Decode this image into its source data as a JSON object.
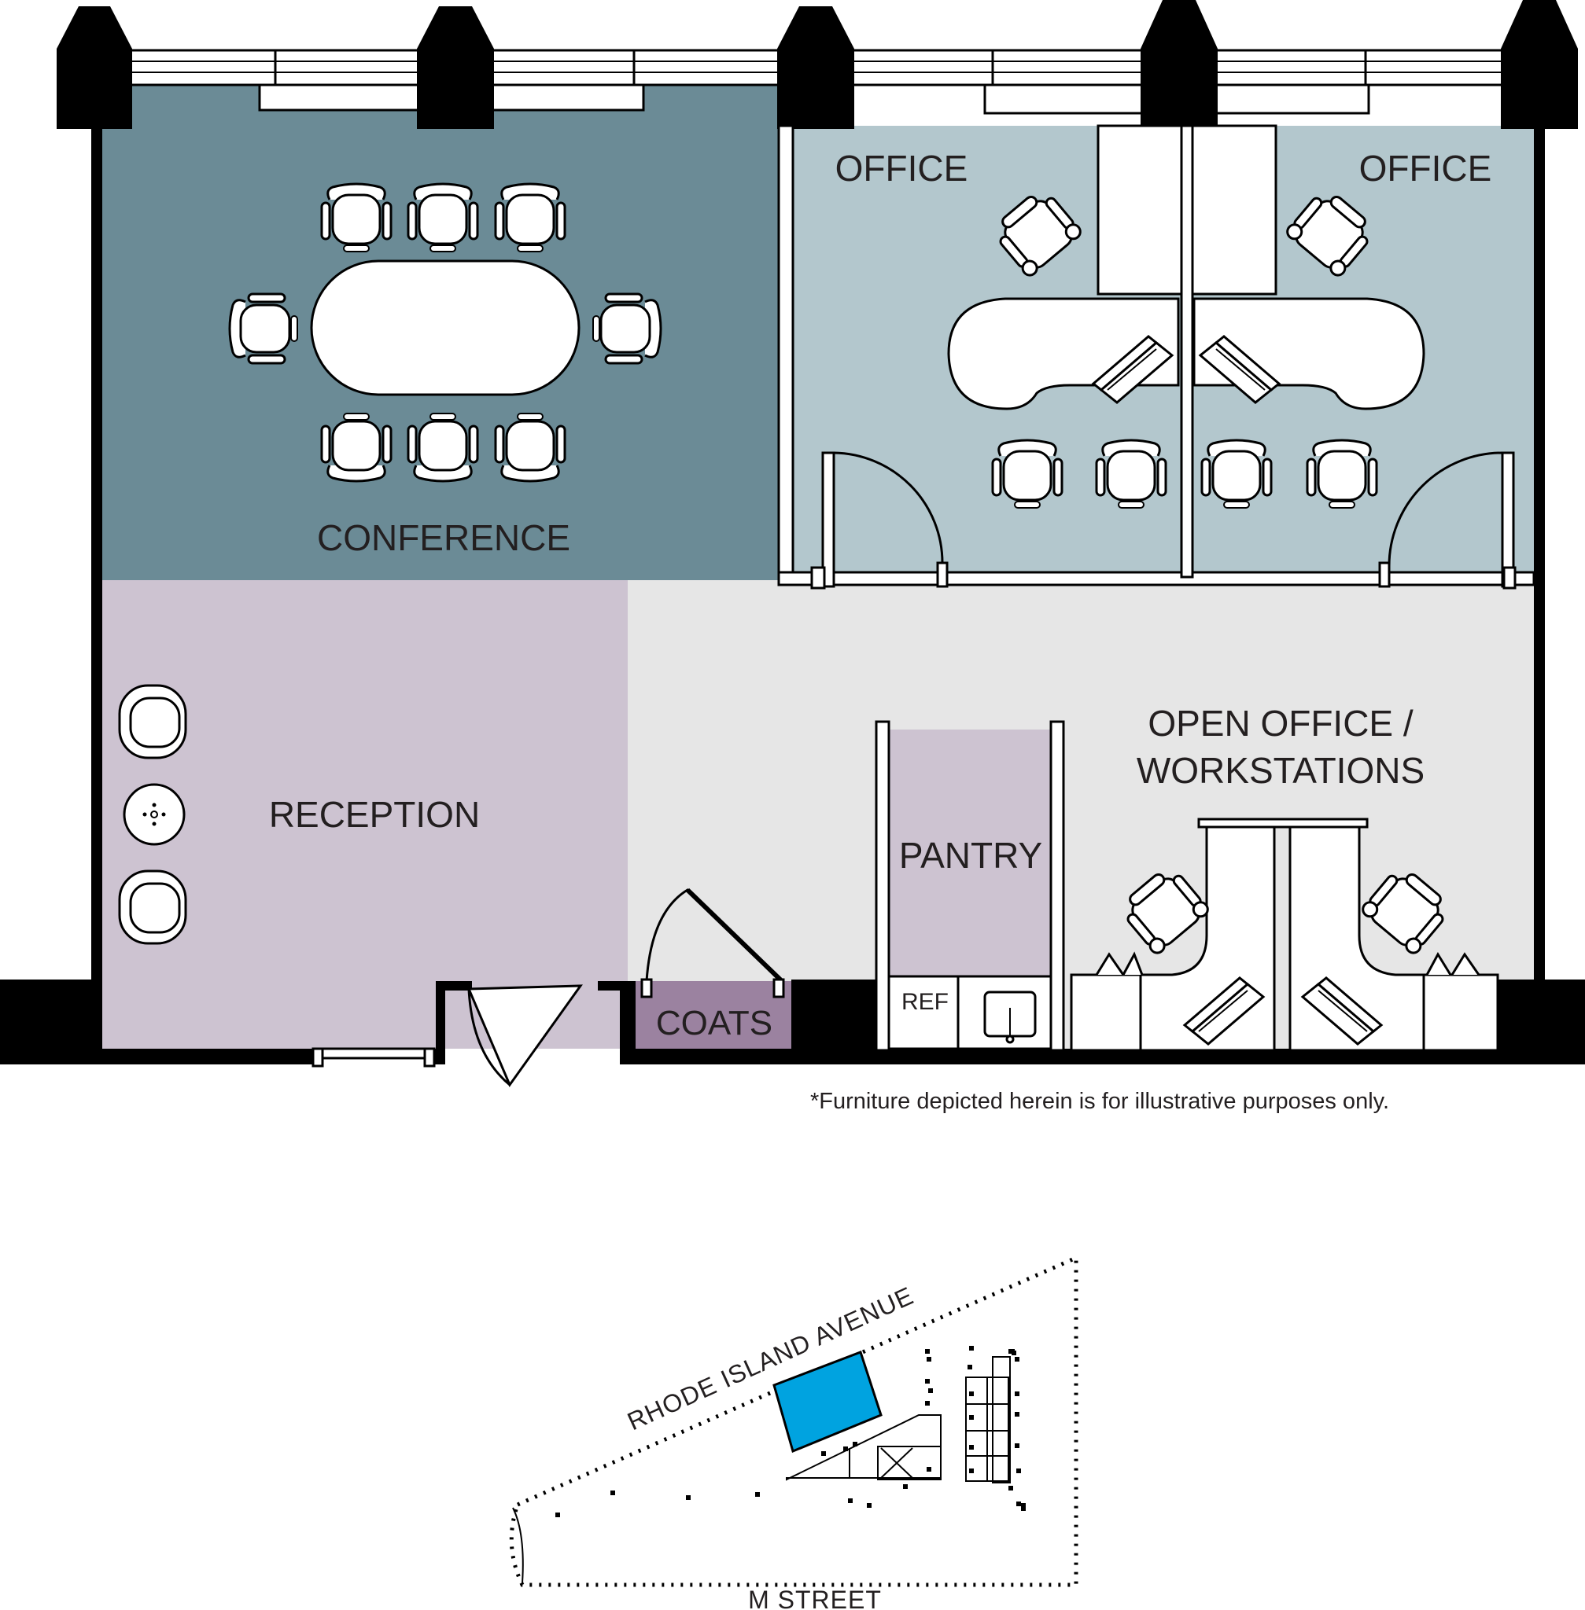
{
  "rooms": {
    "conference": "CONFERENCE",
    "office_left": "OFFICE",
    "office_right": "OFFICE",
    "reception": "RECEPTION",
    "open_office_line1": "OPEN OFFICE /",
    "open_office_line2": "WORKSTATIONS",
    "pantry": "PANTRY",
    "coats": "COATS",
    "ref": "REF"
  },
  "note": "*Furniture depicted herein is for illustrative purposes only.",
  "keyplan": {
    "street_north": "RHODE ISLAND AVENUE",
    "street_south": "M STREET"
  },
  "colors": {
    "conference": "#6b8b96",
    "office": "#b3c7cd",
    "reception": "#cdc3d1",
    "open_office": "#e6e6e6",
    "pantry": "#cdc3d1",
    "coats": "#9b82a0",
    "highlight": "#00a3e0",
    "wall": "#000000"
  }
}
